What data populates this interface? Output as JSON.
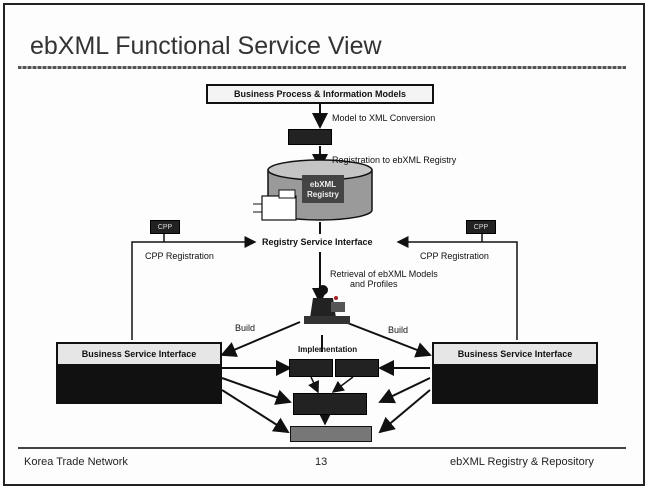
{
  "slide": {
    "title": "ebXML Functional Service View",
    "footer": {
      "left": "Korea Trade Network",
      "center": "13",
      "right": "ebXML Registry & Repository"
    }
  },
  "diagram": {
    "top_box": "Business Process & Information Models",
    "model_conversion_label": "Model to XML Conversion",
    "registration_label": "Registration to ebXML Registry",
    "repository_label_line1": "ebXML",
    "repository_label_line2": "Registry",
    "registry_interface": "Registry Service Interface",
    "cpp_left": "CPP",
    "cpp_right": "CPP",
    "cpp_registration_left": "CPP Registration",
    "cpp_registration_right": "CPP Registration",
    "retrieval_line1": "Retrieval of ebXML Models",
    "retrieval_line2": "and Profiles",
    "build_left": "Build",
    "build_right": "Build",
    "implementation_label": "Implementation",
    "bsi_left": "Business Service Interface",
    "bsi_right": "Business Service Interface"
  }
}
